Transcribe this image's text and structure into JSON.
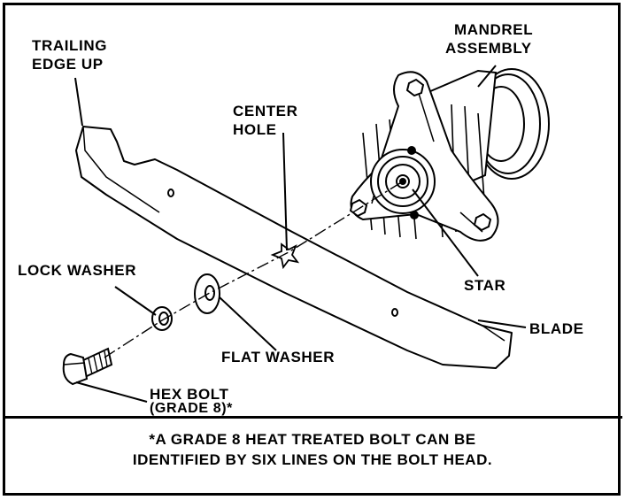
{
  "labels": {
    "trailing_edge_line1": "TRAILING",
    "trailing_edge_line2": "EDGE UP",
    "mandrel_line1": "MANDREL",
    "mandrel_line2": "ASSEMBLY",
    "center_hole_line1": "CENTER",
    "center_hole_line2": "HOLE",
    "lock_washer": "LOCK WASHER",
    "star": "STAR",
    "blade": "BLADE",
    "flat_washer": "FLAT WASHER",
    "hex_bolt_line1": "HEX BOLT",
    "hex_bolt_line2": "(GRADE 8)*"
  },
  "footnote": {
    "line1": "*A GRADE 8 HEAT TREATED BOLT CAN BE",
    "line2": "IDENTIFIED BY SIX LINES ON THE BOLT HEAD."
  }
}
